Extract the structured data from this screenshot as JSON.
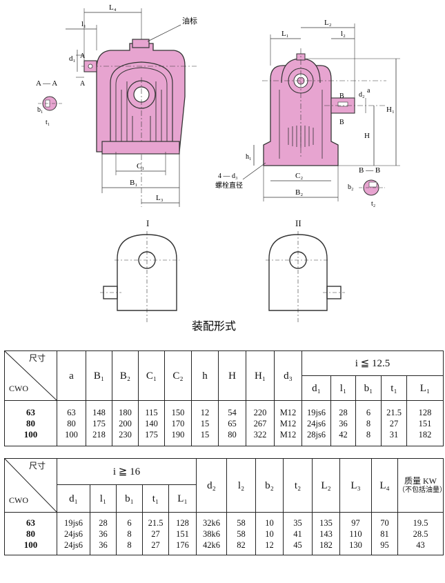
{
  "drawing": {
    "callout": "油标",
    "section_aa": "A — A",
    "section_bb": "B — B",
    "bolt_label_1": "4 — d₃",
    "bolt_label_2": "螺栓直径",
    "mount_1": "I",
    "mount_2": "II",
    "caption": "装配形式",
    "dims": {
      "L4": "L₄",
      "l1": "l₁",
      "d1": "d₁",
      "A": "A",
      "b1": "b₁",
      "t1": "t₁",
      "C1": "C₁",
      "B1": "B₁",
      "L3": "L₃",
      "L1": "L₁",
      "L2": "L₂",
      "l2": "l₂",
      "B": "B",
      "d2": "d₂",
      "a": "a",
      "H1": "H₁",
      "H": "H",
      "h1": "h₁",
      "C2": "C₂",
      "B2": "B₂",
      "b2": "b₂",
      "t2": "t₂"
    }
  },
  "table1": {
    "corner_top": "尺寸",
    "corner_bottom": "CWO",
    "headers": [
      "a",
      "B₁",
      "B₂",
      "C₁",
      "C₂",
      "h",
      "H",
      "H₁",
      "d₃"
    ],
    "group_label": "i ≦ 12.5",
    "sub_headers": [
      "d₁",
      "l₁",
      "b₁",
      "t₁",
      "L₁"
    ],
    "rows": [
      {
        "label": "63",
        "values": [
          "63",
          "148",
          "180",
          "115",
          "150",
          "12",
          "54",
          "220",
          "M12",
          "19js6",
          "28",
          "6",
          "21.5",
          "128"
        ]
      },
      {
        "label": "80",
        "values": [
          "80",
          "175",
          "200",
          "140",
          "170",
          "15",
          "65",
          "267",
          "M12",
          "24js6",
          "36",
          "8",
          "27",
          "151"
        ]
      },
      {
        "label": "100",
        "values": [
          "100",
          "218",
          "230",
          "175",
          "190",
          "15",
          "80",
          "322",
          "M12",
          "28js6",
          "42",
          "8",
          "31",
          "182"
        ]
      }
    ]
  },
  "table2": {
    "corner_top": "尺寸",
    "corner_bottom": "CWO",
    "group_label": "i ≧ 16",
    "sub_headers": [
      "d₁",
      "l₁",
      "b₁",
      "t₁",
      "L₁"
    ],
    "headers": [
      "d₂",
      "l₂",
      "b₂",
      "t₂",
      "L₂",
      "L₃",
      "L₄"
    ],
    "mass_title": "质量 KW",
    "mass_note": "（不包括油量）",
    "rows": [
      {
        "label": "63",
        "values": [
          "19js6",
          "28",
          "6",
          "21.5",
          "128",
          "32k6",
          "58",
          "10",
          "35",
          "135",
          "97",
          "70",
          "19.5"
        ]
      },
      {
        "label": "80",
        "values": [
          "24js6",
          "36",
          "8",
          "27",
          "151",
          "38k6",
          "58",
          "10",
          "41",
          "143",
          "110",
          "81",
          "28.5"
        ]
      },
      {
        "label": "100",
        "values": [
          "24js6",
          "36",
          "8",
          "27",
          "176",
          "42k6",
          "82",
          "12",
          "45",
          "182",
          "130",
          "95",
          "43"
        ]
      }
    ]
  }
}
